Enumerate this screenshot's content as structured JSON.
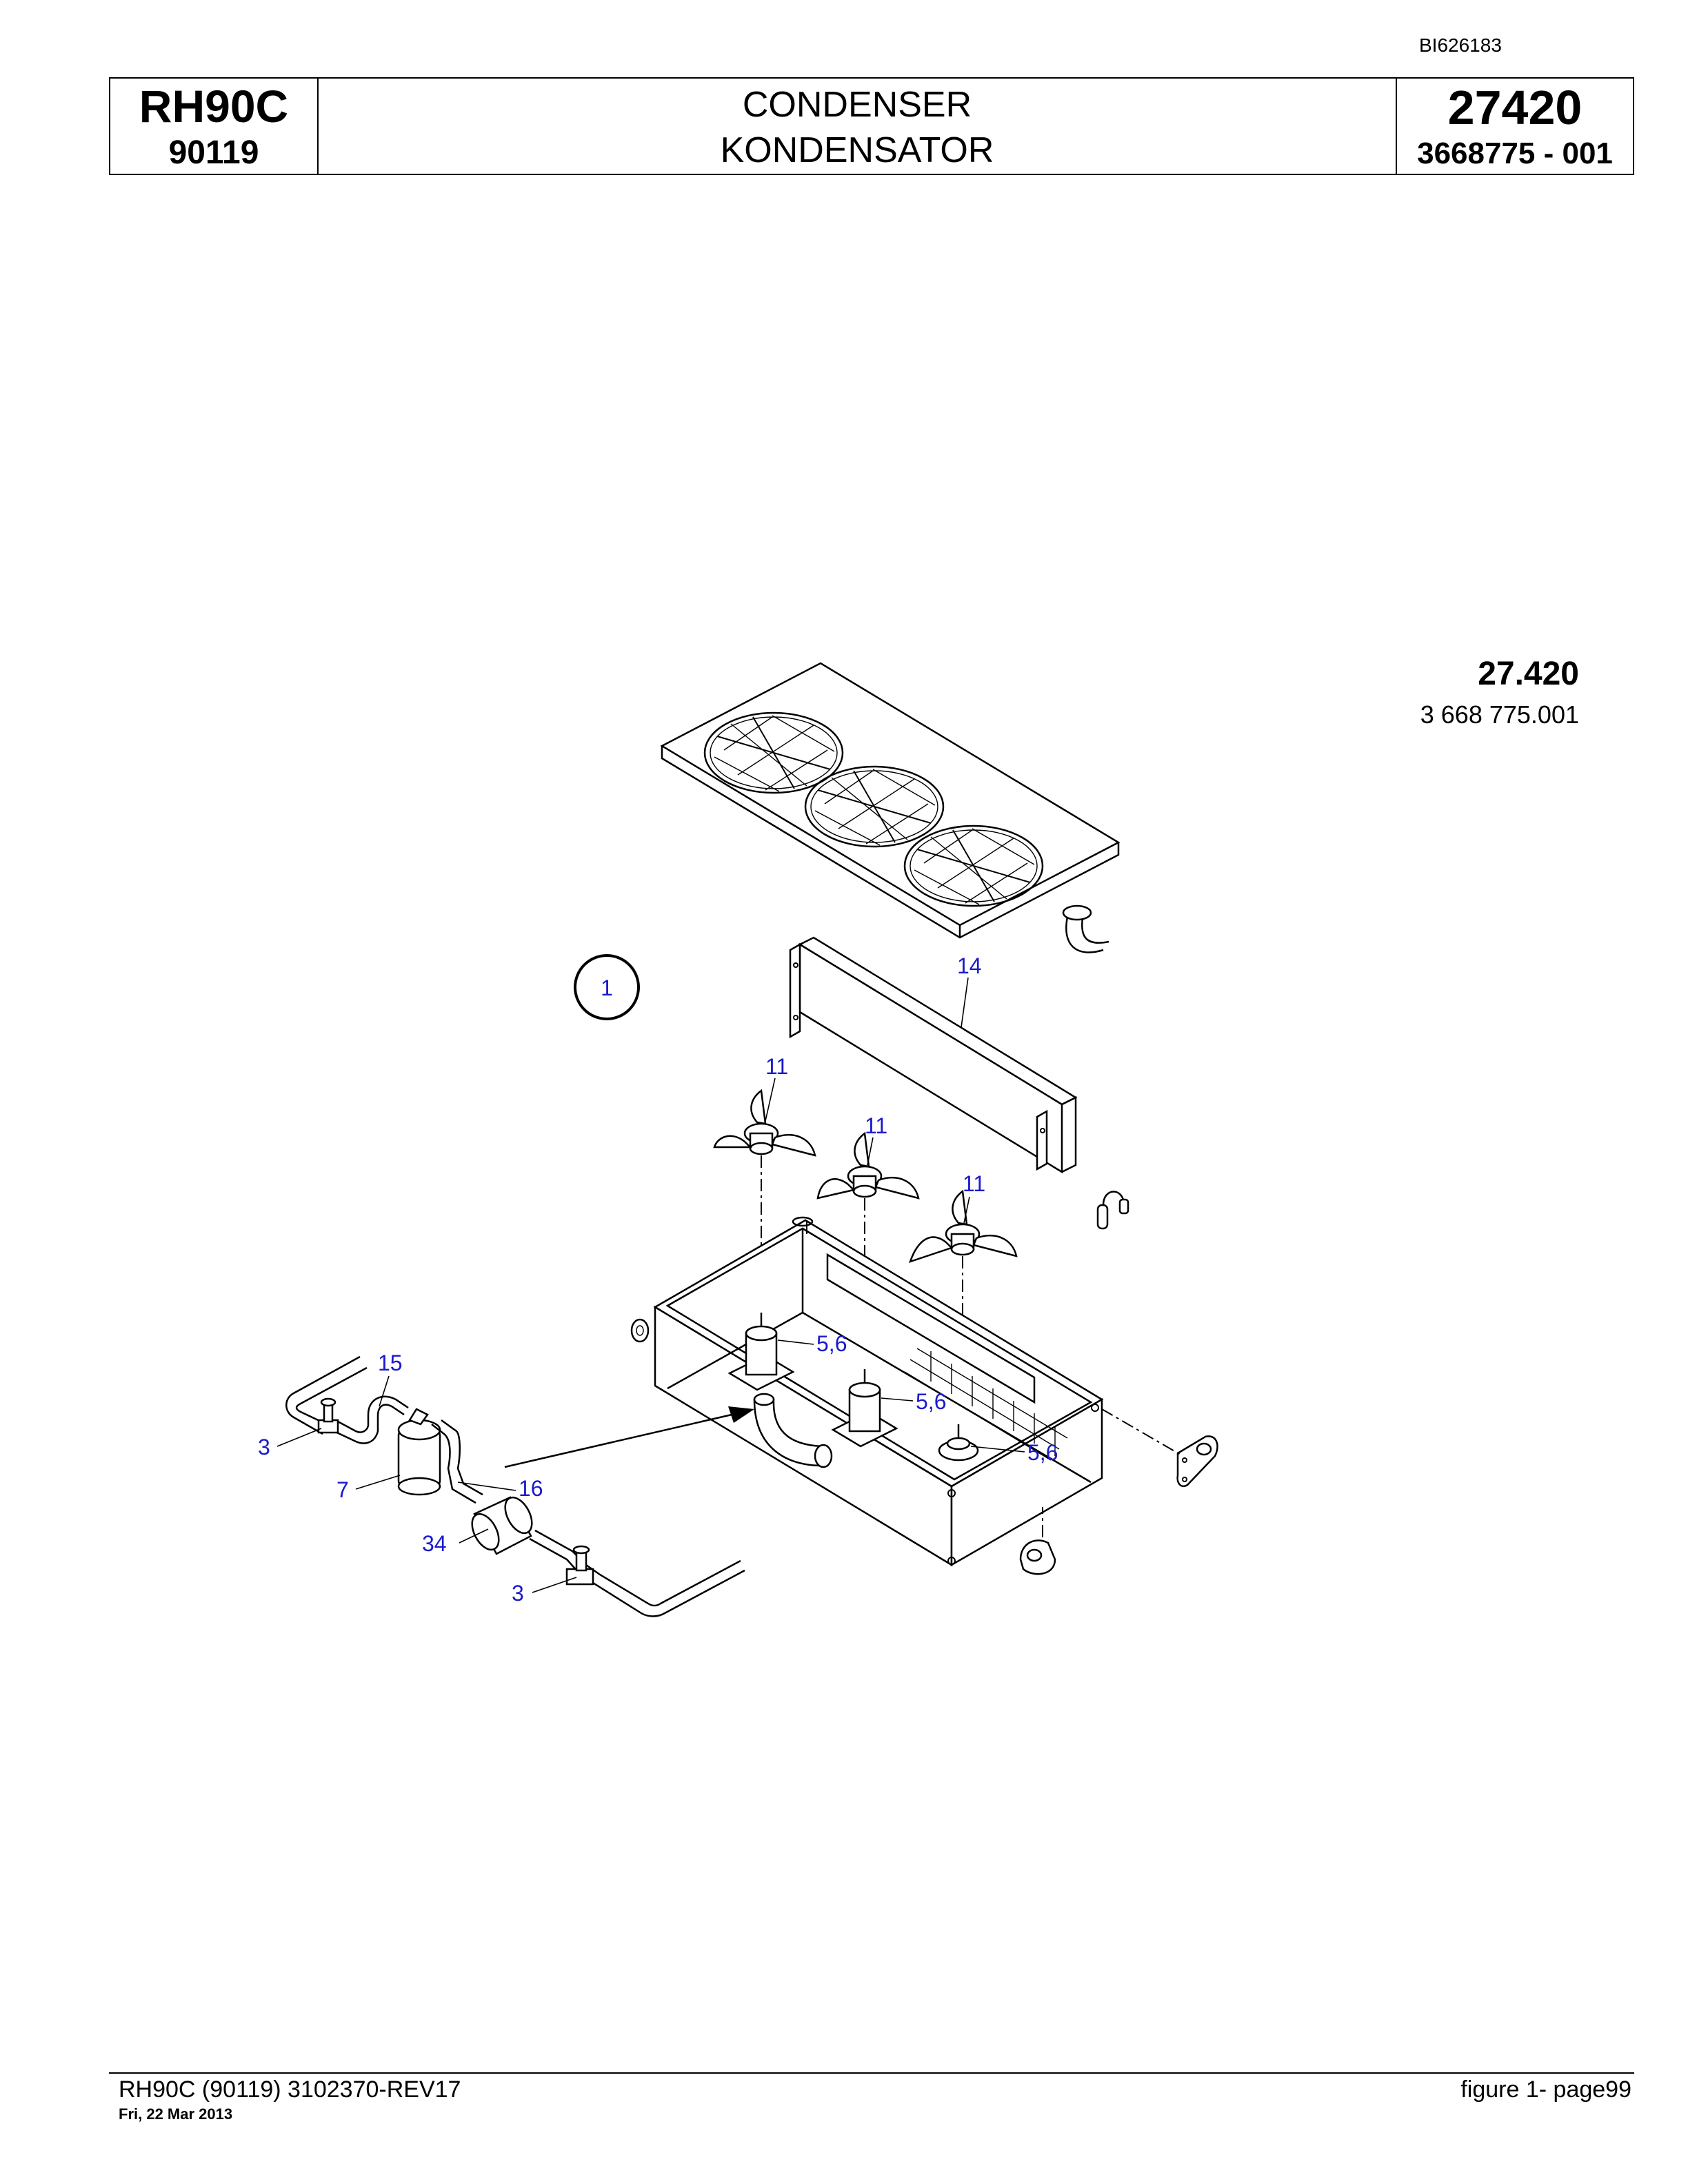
{
  "header": {
    "doc_id": "BI626183",
    "model": "RH90C",
    "model_code": "90119",
    "title_en": "CONDENSER",
    "title_de": "KONDENSATOR",
    "group_no": "27420",
    "part_no": "3668775  - 001"
  },
  "figure": {
    "group_ref": "27.420",
    "part_ref": "3 668 775.001",
    "assembly_callout": "1",
    "callouts": {
      "c14": "14",
      "c11a": "11",
      "c11b": "11",
      "c11c": "11",
      "c56a": "5,6",
      "c56b": "5,6",
      "c56c": "5,6",
      "c15": "15",
      "c3a": "3",
      "c7": "7",
      "c16": "16",
      "c34": "34",
      "c3b": "3"
    }
  },
  "footer": {
    "left": "RH90C (90119) 3102370-REV17",
    "date": "Fri, 22 Mar 2013",
    "right": "figure  1- page99"
  },
  "colors": {
    "callout": "#1a1acc",
    "line": "#000000"
  }
}
